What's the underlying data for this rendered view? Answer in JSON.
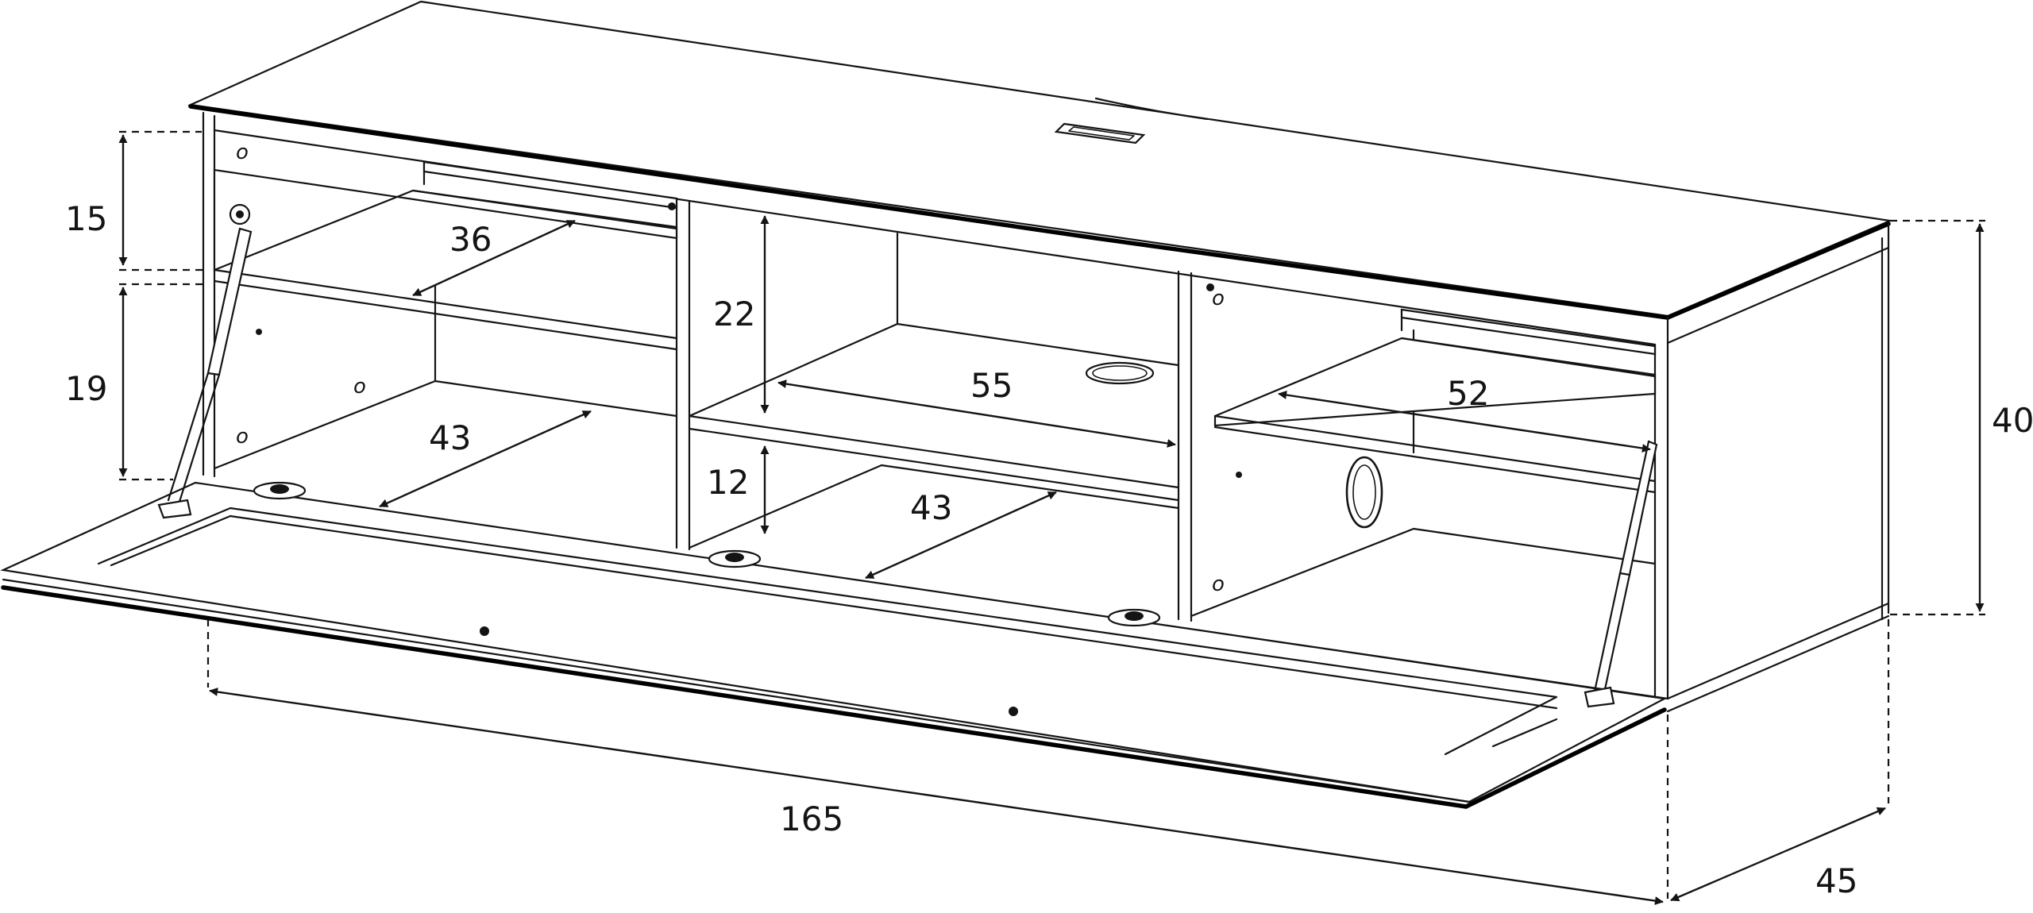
{
  "diagram": {
    "colors": {
      "line": "#141414",
      "background": "#ffffff"
    },
    "dimensions": {
      "top_compartment_height": "15",
      "upper_shelf_height": "19",
      "left_shelf_depth": "36",
      "left_floor_depth": "43",
      "middle_upper_height": "22",
      "middle_shelf_width": "55",
      "middle_lower_height": "12",
      "middle_floor_depth": "43",
      "right_shelf_width": "52",
      "total_height": "40",
      "total_width": "165",
      "total_depth": "45"
    },
    "hole_marks": [
      "o",
      "o",
      "o",
      "o",
      "o"
    ]
  }
}
